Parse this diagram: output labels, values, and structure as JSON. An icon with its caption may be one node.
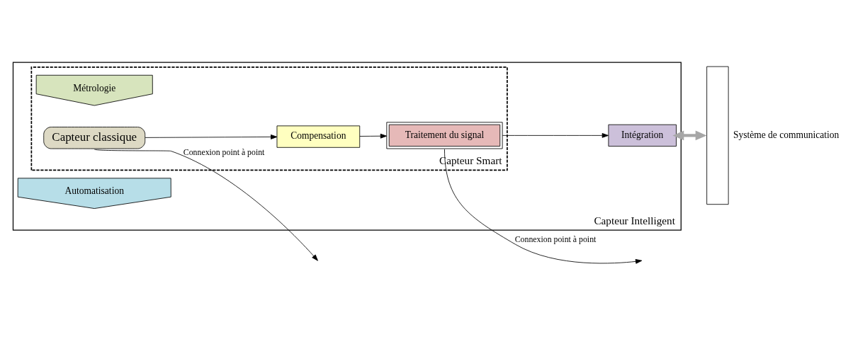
{
  "diagram": {
    "nodes": [
      {
        "text": [
          "Capteur Intelligent"
        ]
      },
      {
        "text": [
          "Capteur Smart"
        ],
        "in": 0
      },
      {
        "text": [
          "Métrologie"
        ],
        "in": 1
      },
      {
        "text": [
          "Traitement du signal"
        ],
        "in": 1
      },
      {
        "text": [
          "Capteur classique"
        ],
        "in": 1
      },
      {
        "text": [
          "Compensation"
        ],
        "in": 1
      },
      {
        "text": [
          "Automatisation"
        ],
        "in": 0
      },
      {
        "text": [
          "Intégration"
        ],
        "in": 0
      },
      {
        "text": [],
        "shape": "arrow",
        "beside": [
          "Système de communication"
        ]
      }
    ],
    "edges": [
      {
        "from": 4,
        "to": 5,
        "arrow": "to"
      },
      {
        "from": 5,
        "to": 3,
        "arrow": "to"
      },
      {
        "from": 3,
        "to": 7,
        "arrow": "to"
      },
      {
        "from": 7,
        "to": 8,
        "arrow": "both",
        "style": "thick",
        "color": "#a6a6a6"
      },
      {
        "from": 4,
        "to": null,
        "arrow": "to",
        "label": "Connexion point à point"
      },
      {
        "from": 3,
        "to": null,
        "arrow": "to",
        "label": "Connexion point à point"
      }
    ]
  }
}
